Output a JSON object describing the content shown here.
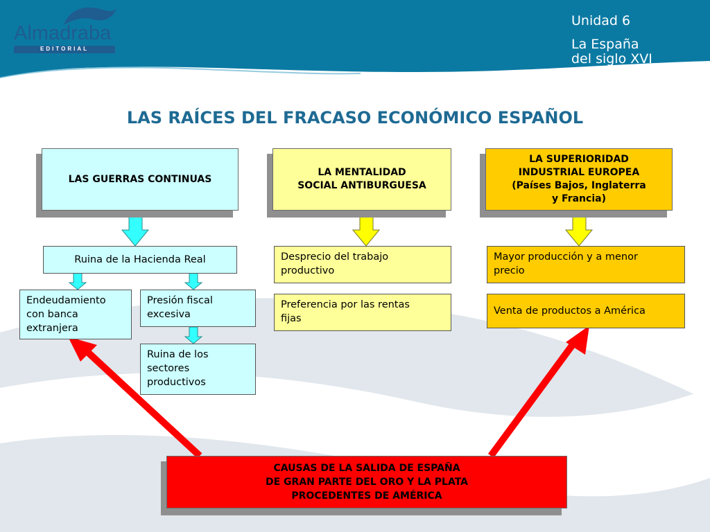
{
  "header": {
    "logo_name": "Almadraba",
    "logo_sub": "EDITORIAL",
    "unit_line": "Unidad 6",
    "subject_line1": "La España",
    "subject_line2": "del siglo XVI"
  },
  "title": "LAS RAÍCES DEL FRACASO ECONÓMICO ESPAÑOL",
  "columns": {
    "wars": {
      "heading": "LAS GUERRAS CONTINUAS",
      "ruin": "Ruina de la Hacienda Real",
      "debt": [
        "Endeudamiento",
        "con banca",
        "extranjera"
      ],
      "tax": [
        "Presión fiscal",
        "excesiva"
      ],
      "sectors": [
        "Ruina de los",
        "sectores",
        "productivos"
      ]
    },
    "mentality": {
      "heading": [
        "LA MENTALIDAD",
        "SOCIAL ANTIBURGUESA"
      ],
      "item1": [
        "Desprecio del trabajo",
        "productivo"
      ],
      "item2": [
        "Preferencia por las rentas",
        "fijas"
      ]
    },
    "industry": {
      "heading": [
        "LA SUPERIORIDAD",
        "INDUSTRIAL EUROPEA",
        "(Países Bajos, Inglaterra",
        "y Francia)"
      ],
      "item1": [
        "Mayor producción y a menor",
        "precio"
      ],
      "item2": "Venta de productos a América"
    }
  },
  "conclusion": [
    "CAUSAS DE LA SALIDA DE ESPAÑA",
    "DE GRAN PARTE DEL ORO Y LA PLATA",
    "PROCEDENTES DE AMÉRICA"
  ],
  "colors": {
    "header_blue": "#0b7aa3",
    "title_blue": "#1e6a93",
    "cyan": "#ccffff",
    "light_yellow": "#ffff99",
    "orange": "#ffcc00",
    "red": "#ff0000",
    "cyan_arrow": "#33ffff",
    "yellow_arrow": "#ffff00"
  }
}
